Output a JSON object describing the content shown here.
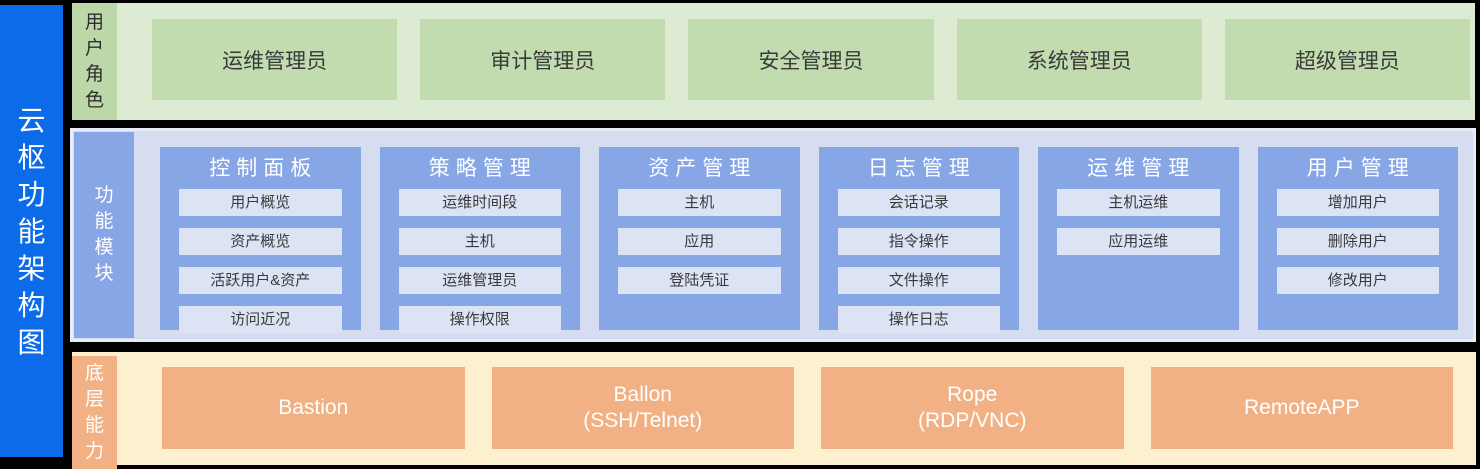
{
  "diagram_title": "云枢功能架构图",
  "colors": {
    "title_bar_blue": "#0c6be9",
    "roles_band_bg": "#dcebd1",
    "roles_label_bg": "#bcd8a8",
    "role_box_bg": "#c3dcaf",
    "modules_band_bg": "#d7ddf0",
    "module_block_bg": "#87a6e6",
    "module_item_bg": "#dce3f4",
    "caps_band_bg": "#fdf0cf",
    "cap_box_bg": "#f2b184",
    "dark_text": "#3a3a3a",
    "light_text": "#ffffff"
  },
  "roles": {
    "label": "用户角色",
    "items": [
      "运维管理员",
      "审计管理员",
      "安全管理员",
      "系统管理员",
      "超级管理员"
    ]
  },
  "modules": {
    "label": "功能模块",
    "groups": [
      {
        "title": "控制面板",
        "items": [
          "用户概览",
          "资产概览",
          "活跃用户&资产",
          "访问近况"
        ]
      },
      {
        "title": "策略管理",
        "items": [
          "运维时间段",
          "主机",
          "运维管理员",
          "操作权限"
        ]
      },
      {
        "title": "资产管理",
        "items": [
          "主机",
          "应用",
          "登陆凭证"
        ]
      },
      {
        "title": "日志管理",
        "items": [
          "会话记录",
          "指令操作",
          "文件操作",
          "操作日志"
        ]
      },
      {
        "title": "运维管理",
        "items": [
          "主机运维",
          "应用运维"
        ]
      },
      {
        "title": "用户管理",
        "items": [
          "增加用户",
          "删除用户",
          "修改用户"
        ]
      }
    ]
  },
  "capabilities": {
    "label": "底层能力",
    "items": [
      {
        "name": "Bastion",
        "sub": ""
      },
      {
        "name": "Ballon",
        "sub": "(SSH/Telnet)"
      },
      {
        "name": "Rope",
        "sub": "(RDP/VNC)"
      },
      {
        "name": "RemoteAPP",
        "sub": ""
      }
    ]
  }
}
